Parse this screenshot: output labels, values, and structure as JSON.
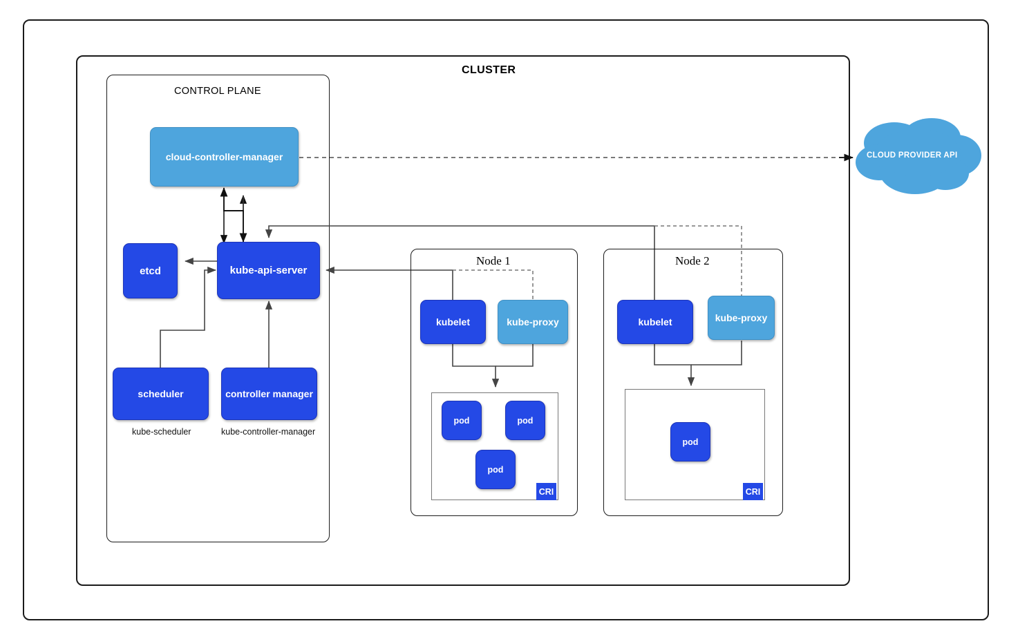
{
  "diagram": {
    "title": "CLUSTER",
    "cloud": {
      "label": "CLOUD PROVIDER API",
      "color": "#4ea5dd"
    },
    "control_plane": {
      "title": "CONTROL PLANE",
      "components": [
        {
          "id": "cloud-controller-manager",
          "label": "cloud-controller-manager",
          "style": "light"
        },
        {
          "id": "etcd",
          "label": "etcd",
          "style": "dark"
        },
        {
          "id": "kube-api-server",
          "label": "kube-api-server",
          "style": "dark"
        },
        {
          "id": "scheduler",
          "label": "scheduler",
          "style": "dark",
          "sublabel": "kube-scheduler"
        },
        {
          "id": "controller-manager",
          "label": "controller manager",
          "style": "dark",
          "sublabel": "kube-controller-manager"
        }
      ],
      "sublabels": {
        "scheduler": "kube-scheduler",
        "controller_manager": "kube-controller-manager"
      }
    },
    "nodes": [
      {
        "id": "node-1",
        "title": "Node 1",
        "kubelet": "kubelet",
        "kube_proxy": "kube-proxy",
        "cri": "CRI",
        "pods": [
          "pod",
          "pod",
          "pod"
        ]
      },
      {
        "id": "node-2",
        "title": "Node 2",
        "kubelet": "kubelet",
        "kube_proxy": "kube-proxy",
        "cri": "CRI",
        "pods": [
          "pod"
        ]
      }
    ],
    "colors": {
      "dark_blue": "#2449e6",
      "light_blue": "#4ea5dd",
      "border": "#1a1a1a",
      "connector": "#555555"
    }
  }
}
